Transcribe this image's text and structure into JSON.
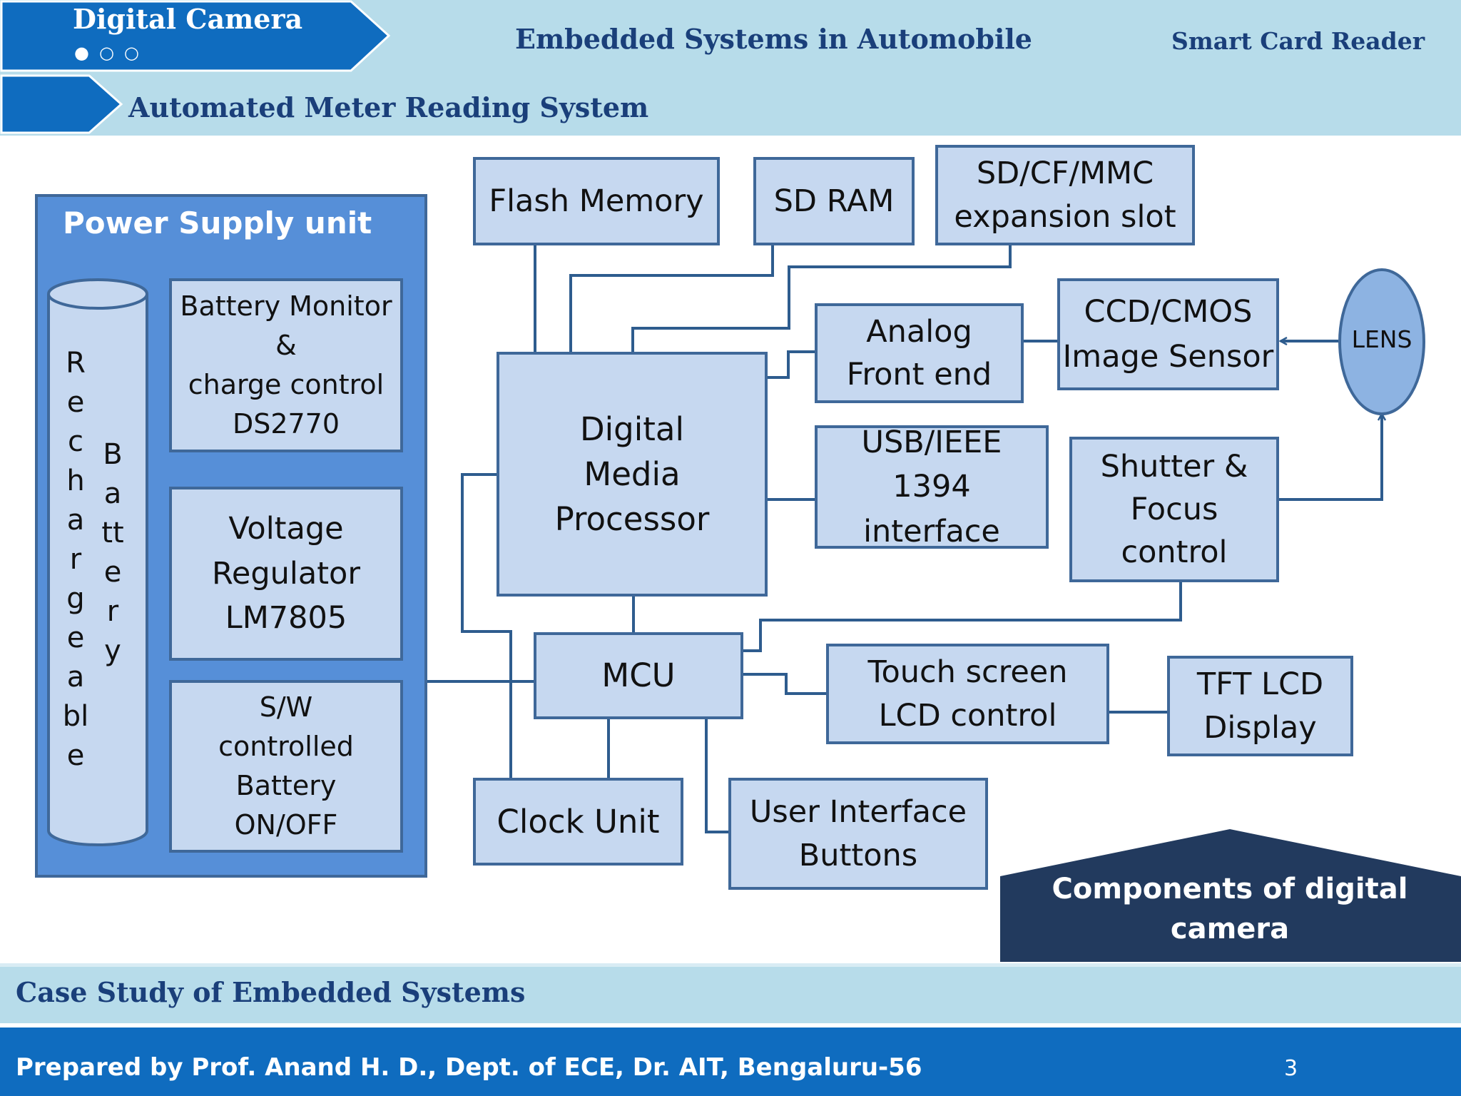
{
  "header": {
    "tab_active": "Digital Camera",
    "tab_center": "Embedded Systems in Automobile",
    "tab_right": "Smart Card Reader",
    "subtab": "Automated Meter Reading System",
    "dots": [
      "●",
      "○",
      "○"
    ]
  },
  "diagram": {
    "power_unit_title": "Power Supply unit",
    "battery_label_col1": "Rechargeable",
    "battery_label_col2": "Battery",
    "battery_monitor": "Battery Monitor\n&\ncharge control\nDS2770",
    "voltage_regulator": "Voltage\nRegulator\nLM7805",
    "sw_battery": "S/W\ncontrolled\nBattery\nON/OFF",
    "flash_memory": "Flash Memory",
    "sd_ram": "SD RAM",
    "expansion_slot": "SD/CF/MMC\nexpansion slot",
    "analog_front_end": "Analog\nFront end",
    "image_sensor": "CCD/CMOS\nImage Sensor",
    "lens": "LENS",
    "dmp": "Digital\nMedia\nProcessor",
    "usb": "USB/IEEE 1394\ninterface",
    "shutter": "Shutter &\nFocus\ncontrol",
    "mcu": "MCU",
    "touch_screen": "Touch screen\nLCD control",
    "tft_lcd": "TFT LCD\nDisplay",
    "clock_unit": "Clock Unit",
    "ui_buttons": "User Interface\nButtons"
  },
  "callout": "Components of digital camera",
  "footer": {
    "case_study": "Case Study of Embedded Systems",
    "prepared_by": "Prepared by Prof. Anand H. D., Dept. of ECE,  Dr. AIT, Bengaluru-56",
    "page_number": "3"
  },
  "colors": {
    "tab_blue": "#0f6cbf",
    "header_band": "#b7dcea",
    "box_fill": "#c6d8f0",
    "box_border": "#3f6899",
    "power_fill": "#568fd8",
    "callout_fill": "#223a5e",
    "footer_blue": "#0f6cbf"
  }
}
